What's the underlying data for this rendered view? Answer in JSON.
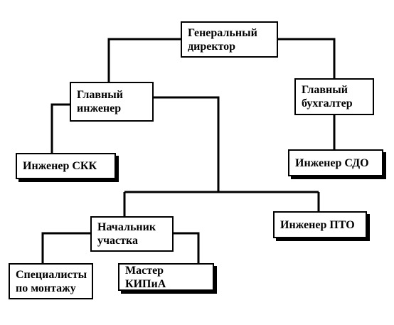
{
  "nodes": {
    "general_director": "Генеральный\nдиректор",
    "chief_engineer": "Главный\nинженер",
    "chief_accountant": "Главный\nбухгалтер",
    "engineer_skk": "Инженер СКК",
    "engineer_sdo": "Инженер СДО",
    "site_head": "Начальник\nучастка",
    "engineer_pto": "Инженер ПТО",
    "installation_specialists": "Специалисты\nпо монтажу",
    "kipia_master": "Мастер КИПиА"
  },
  "colors": {
    "line": "#000000",
    "box_border": "#000000",
    "box_fill": "#ffffff"
  }
}
